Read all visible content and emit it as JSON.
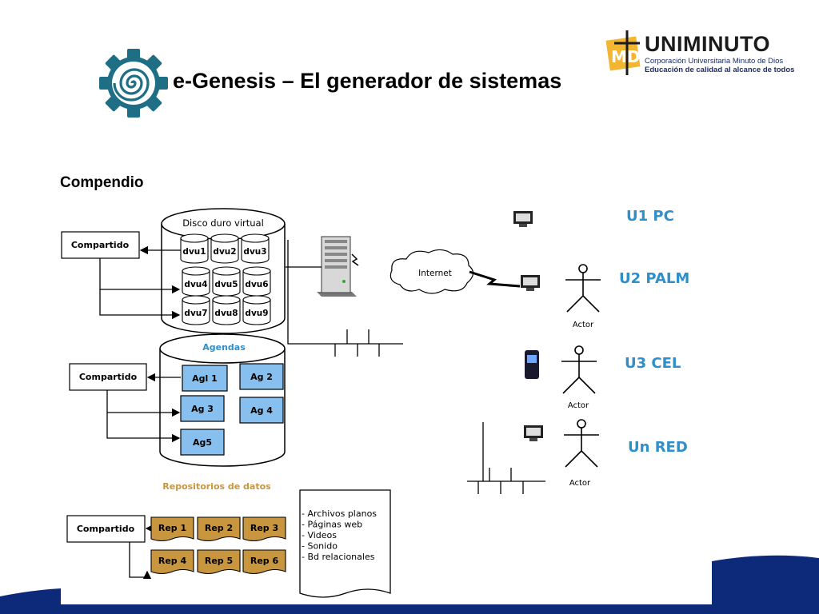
{
  "header": {
    "title": "e-Genesis – El generador de sistemas",
    "logo_icon": "gear-spiral-icon",
    "brand": {
      "name": "UNIMINUTO",
      "monogram": "MD",
      "line1": "Corporación Universitaria Minuto de Dios",
      "line2": "Educación de calidad al alcance de todos"
    }
  },
  "section_label": "Compendio",
  "colors": {
    "accent_blue": "#2f8fc9",
    "agenda_fill": "#87c0ee",
    "repo_fill": "#c8963e",
    "repo_title": "#c8963e",
    "brand_navy": "#0d2a7a",
    "logo_teal": "#1e6e85"
  },
  "diagram": {
    "disk": {
      "title": "Disco duro virtual",
      "units": [
        "dvu1",
        "dvu2",
        "dvu3",
        "dvu4",
        "dvu5",
        "dvu6",
        "dvu7",
        "dvu8",
        "dvu9"
      ],
      "shared_label": "Compartido"
    },
    "agendas": {
      "title": "Agendas",
      "items": [
        "Agl 1",
        "Ag 2",
        "Ag 3",
        "Ag 4",
        "Ag5"
      ],
      "shared_label": "Compartido"
    },
    "repositories": {
      "title": "Repositorios de datos",
      "items": [
        "Rep 1",
        "Rep 2",
        "Rep 3",
        "Rep 4",
        "Rep 5",
        "Rep 6"
      ],
      "shared_label": "Compartido",
      "note_lines": [
        "- Archivos planos",
        "- Páginas web",
        "- Videos",
        "- Sonido",
        "- Bd relacionales"
      ]
    },
    "network": {
      "cloud_label": "Internet",
      "server_icon": "server-tower-icon",
      "users": [
        {
          "label": "U1 PC",
          "device": "monitor-icon",
          "actor": ""
        },
        {
          "label": "U2 PALM",
          "device": "monitor-icon",
          "actor": "Actor"
        },
        {
          "label": "U3 CEL",
          "device": "cellphone-icon",
          "actor": "Actor"
        },
        {
          "label": "Un RED",
          "device": "monitor-icon",
          "actor": "Actor"
        }
      ]
    }
  }
}
